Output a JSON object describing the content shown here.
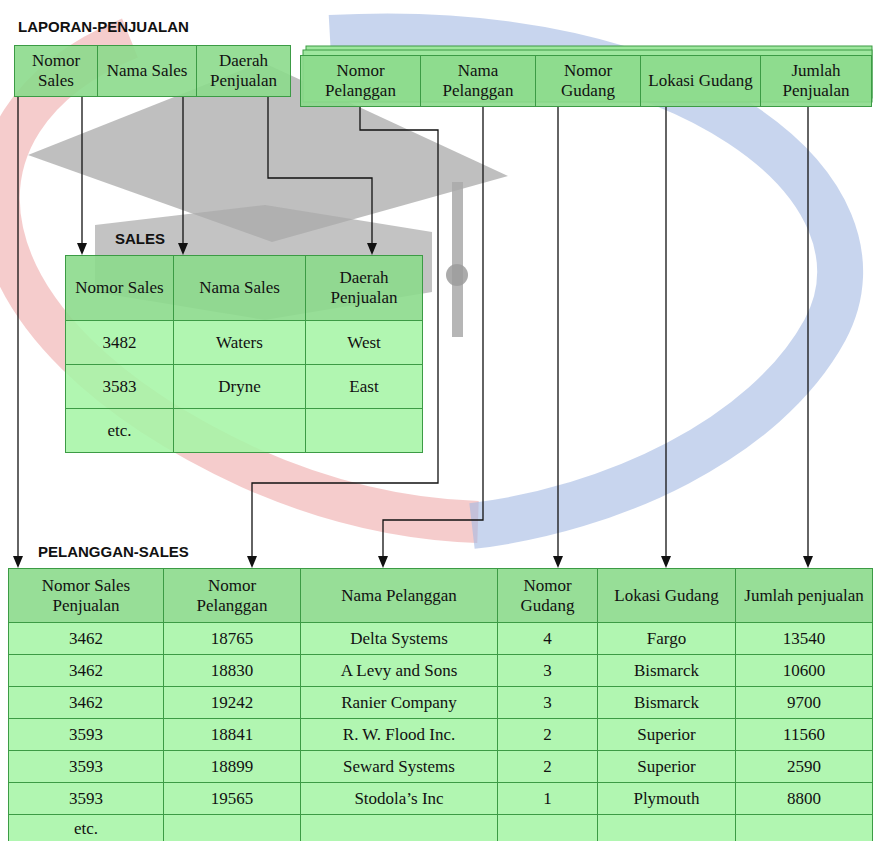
{
  "diagram": {
    "nodes": [
      {
        "text": [
          "LAPORAN-PENJUALAN"
        ]
      },
      {
        "text": [
          "Nomor Sales"
        ],
        "in": 0
      },
      {
        "text": [
          "Nama Sales"
        ],
        "in": 0
      },
      {
        "text": [
          "Daerah Penjualan"
        ],
        "in": 0
      },
      {
        "text": [
          "Nomor Pelanggan"
        ],
        "in": 0
      },
      {
        "text": [
          "Nama Pelanggan"
        ],
        "in": 0
      },
      {
        "text": [
          "Nomor Gudang"
        ],
        "in": 0
      },
      {
        "text": [
          "Lokasi Gudang"
        ],
        "in": 0
      },
      {
        "text": [
          "Jumlah Penjualan"
        ],
        "in": 0
      },
      {
        "text": [
          "SALES"
        ]
      },
      {
        "text": [
          "Nomor Sales"
        ],
        "in": 9
      },
      {
        "text": [
          "Nama Sales"
        ],
        "in": 9
      },
      {
        "text": [
          "Daerah Penjualan"
        ],
        "in": 9
      },
      {
        "text": [
          "3482"
        ],
        "in": 9
      },
      {
        "text": [
          "Waters"
        ],
        "in": 9
      },
      {
        "text": [
          "West"
        ],
        "in": 9
      },
      {
        "text": [
          "3583"
        ],
        "in": 9
      },
      {
        "text": [
          "Dryne"
        ],
        "in": 9
      },
      {
        "text": [
          "East"
        ],
        "in": 9
      },
      {
        "text": [
          "etc."
        ],
        "in": 9
      },
      {
        "text": [
          "PELANGGAN-SALES"
        ]
      },
      {
        "text": [
          "Nomor Sales Penjualan"
        ],
        "in": 20
      },
      {
        "text": [
          "Nomor Pelanggan"
        ],
        "in": 20
      },
      {
        "text": [
          "Nama Pelanggan"
        ],
        "in": 20
      },
      {
        "text": [
          "Nomor Gudang"
        ],
        "in": 20
      },
      {
        "text": [
          "Lokasi Gudang"
        ],
        "in": 20
      },
      {
        "text": [
          "Jumlah penjualan"
        ],
        "in": 20
      },
      {
        "text": [
          "3462"
        ],
        "in": 20
      },
      {
        "text": [
          "18765"
        ],
        "in": 20
      },
      {
        "text": [
          "Delta Systems"
        ],
        "in": 20
      },
      {
        "text": [
          "4"
        ],
        "in": 20
      },
      {
        "text": [
          "Fargo"
        ],
        "in": 20
      },
      {
        "text": [
          "13540"
        ],
        "in": 20
      },
      {
        "text": [
          "3462"
        ],
        "in": 20
      },
      {
        "text": [
          "18830"
        ],
        "in": 20
      },
      {
        "text": [
          "A Levy and Sons"
        ],
        "in": 20
      },
      {
        "text": [
          "3"
        ],
        "in": 20
      },
      {
        "text": [
          "Bismarck"
        ],
        "in": 20
      },
      {
        "text": [
          "10600"
        ],
        "in": 20
      },
      {
        "text": [
          "3462"
        ],
        "in": 20
      },
      {
        "text": [
          "19242"
        ],
        "in": 20
      },
      {
        "text": [
          "Ranier Company"
        ],
        "in": 20
      },
      {
        "text": [
          "3"
        ],
        "in": 20
      },
      {
        "text": [
          "Bismarck"
        ],
        "in": 20
      },
      {
        "text": [
          "9700"
        ],
        "in": 20
      },
      {
        "text": [
          "3593"
        ],
        "in": 20
      },
      {
        "text": [
          "18841"
        ],
        "in": 20
      },
      {
        "text": [
          "R. W. Flood Inc."
        ],
        "in": 20
      },
      {
        "text": [
          "2"
        ],
        "in": 20
      },
      {
        "text": [
          "Superior"
        ],
        "in": 20
      },
      {
        "text": [
          "11560"
        ],
        "in": 20
      },
      {
        "text": [
          "3593"
        ],
        "in": 20
      },
      {
        "text": [
          "18899"
        ],
        "in": 20
      },
      {
        "text": [
          "Seward Systems"
        ],
        "in": 20
      },
      {
        "text": [
          "2"
        ],
        "in": 20
      },
      {
        "text": [
          "Superior"
        ],
        "in": 20
      },
      {
        "text": [
          "2590"
        ],
        "in": 20
      },
      {
        "text": [
          "3593"
        ],
        "in": 20
      },
      {
        "text": [
          "19565"
        ],
        "in": 20
      },
      {
        "text": [
          "Stodola’s Inc"
        ],
        "in": 20
      },
      {
        "text": [
          "1"
        ],
        "in": 20
      },
      {
        "text": [
          "Plymouth"
        ],
        "in": 20
      },
      {
        "text": [
          "8800"
        ],
        "in": 20
      },
      {
        "text": [
          "etc."
        ],
        "in": 20
      }
    ],
    "edges": [
      {
        "from": 1,
        "to": 21,
        "arrow": "to"
      },
      {
        "from": 1,
        "to": 10,
        "arrow": "to"
      },
      {
        "from": 2,
        "to": 11,
        "arrow": "to"
      },
      {
        "from": 3,
        "to": 12,
        "arrow": "to"
      },
      {
        "from": 4,
        "to": 22,
        "arrow": "to"
      },
      {
        "from": 5,
        "to": 23,
        "arrow": "to"
      },
      {
        "from": 6,
        "to": 24,
        "arrow": "to"
      },
      {
        "from": 7,
        "to": 25,
        "arrow": "to"
      },
      {
        "from": 8,
        "to": 26,
        "arrow": "to"
      }
    ]
  }
}
